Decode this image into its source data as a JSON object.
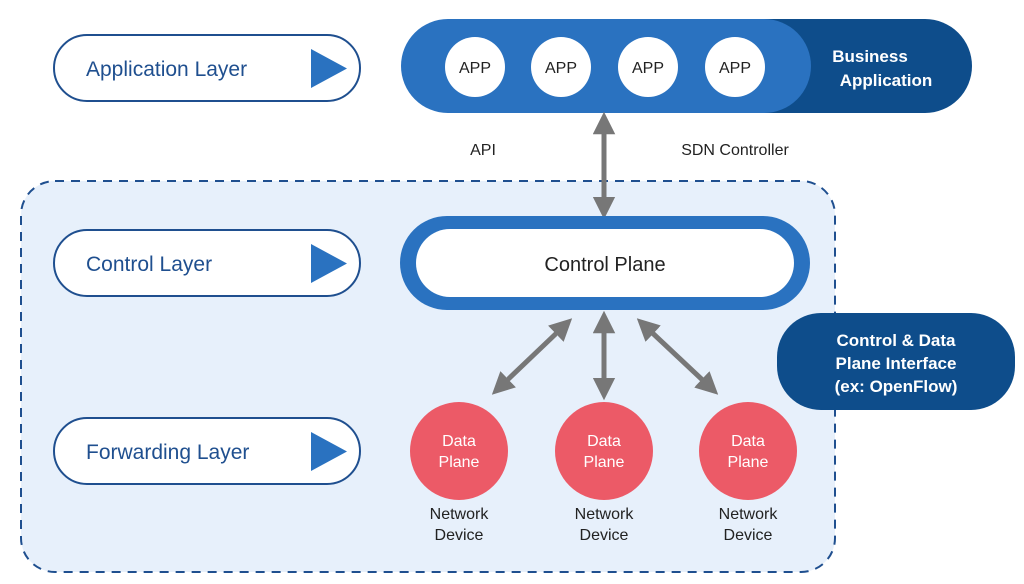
{
  "layers": {
    "application": "Application Layer",
    "control": "Control Layer",
    "forwarding": "Forwarding Layer"
  },
  "apps": [
    "APP",
    "APP",
    "APP",
    "APP"
  ],
  "business_application": [
    "Business",
    "Application"
  ],
  "api_label": "API",
  "sdn_controller_label": "SDN Controller",
  "control_plane_label": "Control Plane",
  "interface_label": [
    "Control & Data",
    "Plane Interface",
    "(ex: OpenFlow)"
  ],
  "data_planes": [
    {
      "line1": "Data",
      "line2": "Plane",
      "device1": "Network",
      "device2": "Device"
    },
    {
      "line1": "Data",
      "line2": "Plane",
      "device1": "Network",
      "device2": "Device"
    },
    {
      "line1": "Data",
      "line2": "Plane",
      "device1": "Network",
      "device2": "Device"
    }
  ],
  "colors": {
    "dark_blue": "#0e4d8b",
    "mid_blue": "#2a72c0",
    "light_panel": "#e7f0fb",
    "data_plane_red": "#ec5a67",
    "arrow_gray": "#777777"
  }
}
